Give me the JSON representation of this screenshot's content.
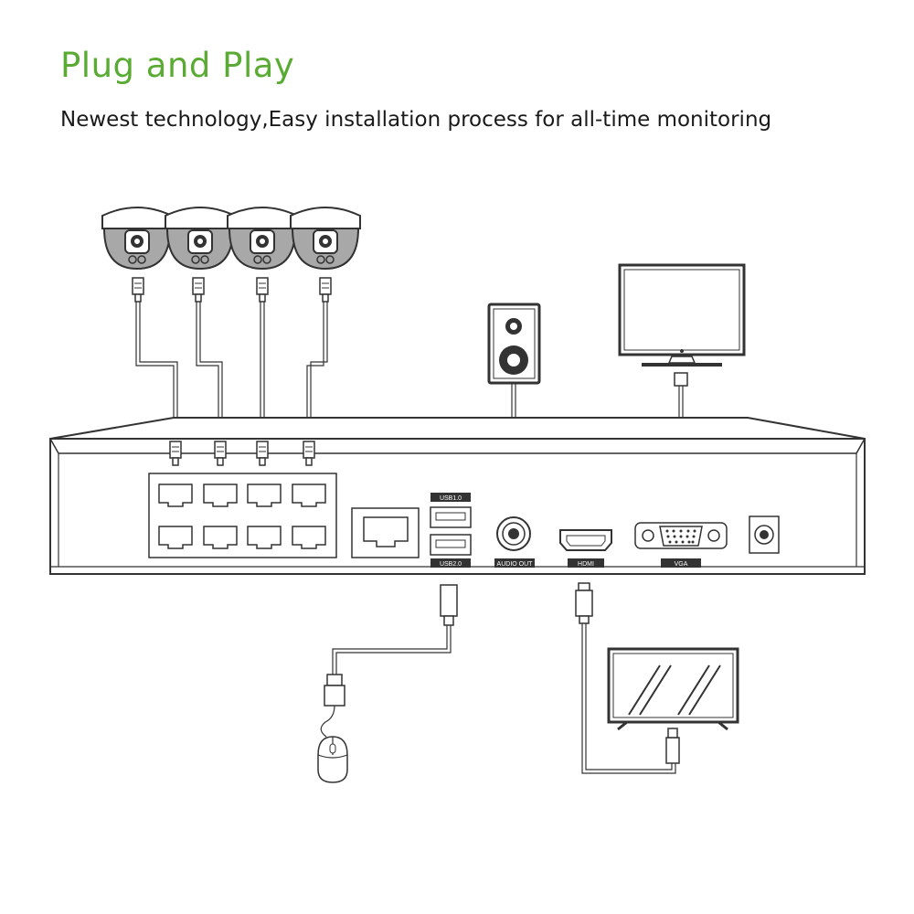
{
  "title": "Plug and Play",
  "subtitle": "Newest technology,Easy installation process for all-time monitoring",
  "colors": {
    "title": "#5aab33",
    "text": "#1a1a1a",
    "line": "#333333",
    "camera_body": "#a8a8a8"
  },
  "port_labels": {
    "usb1": "USB1.0",
    "usb2": "USB2.0",
    "audio": "AUDIO OUT",
    "hdmi": "HDMI",
    "vga": "VGA"
  },
  "icons": [
    "dome-camera-icon",
    "speaker-icon",
    "monitor-icon",
    "mouse-icon",
    "tv-icon",
    "nvr-icon"
  ]
}
